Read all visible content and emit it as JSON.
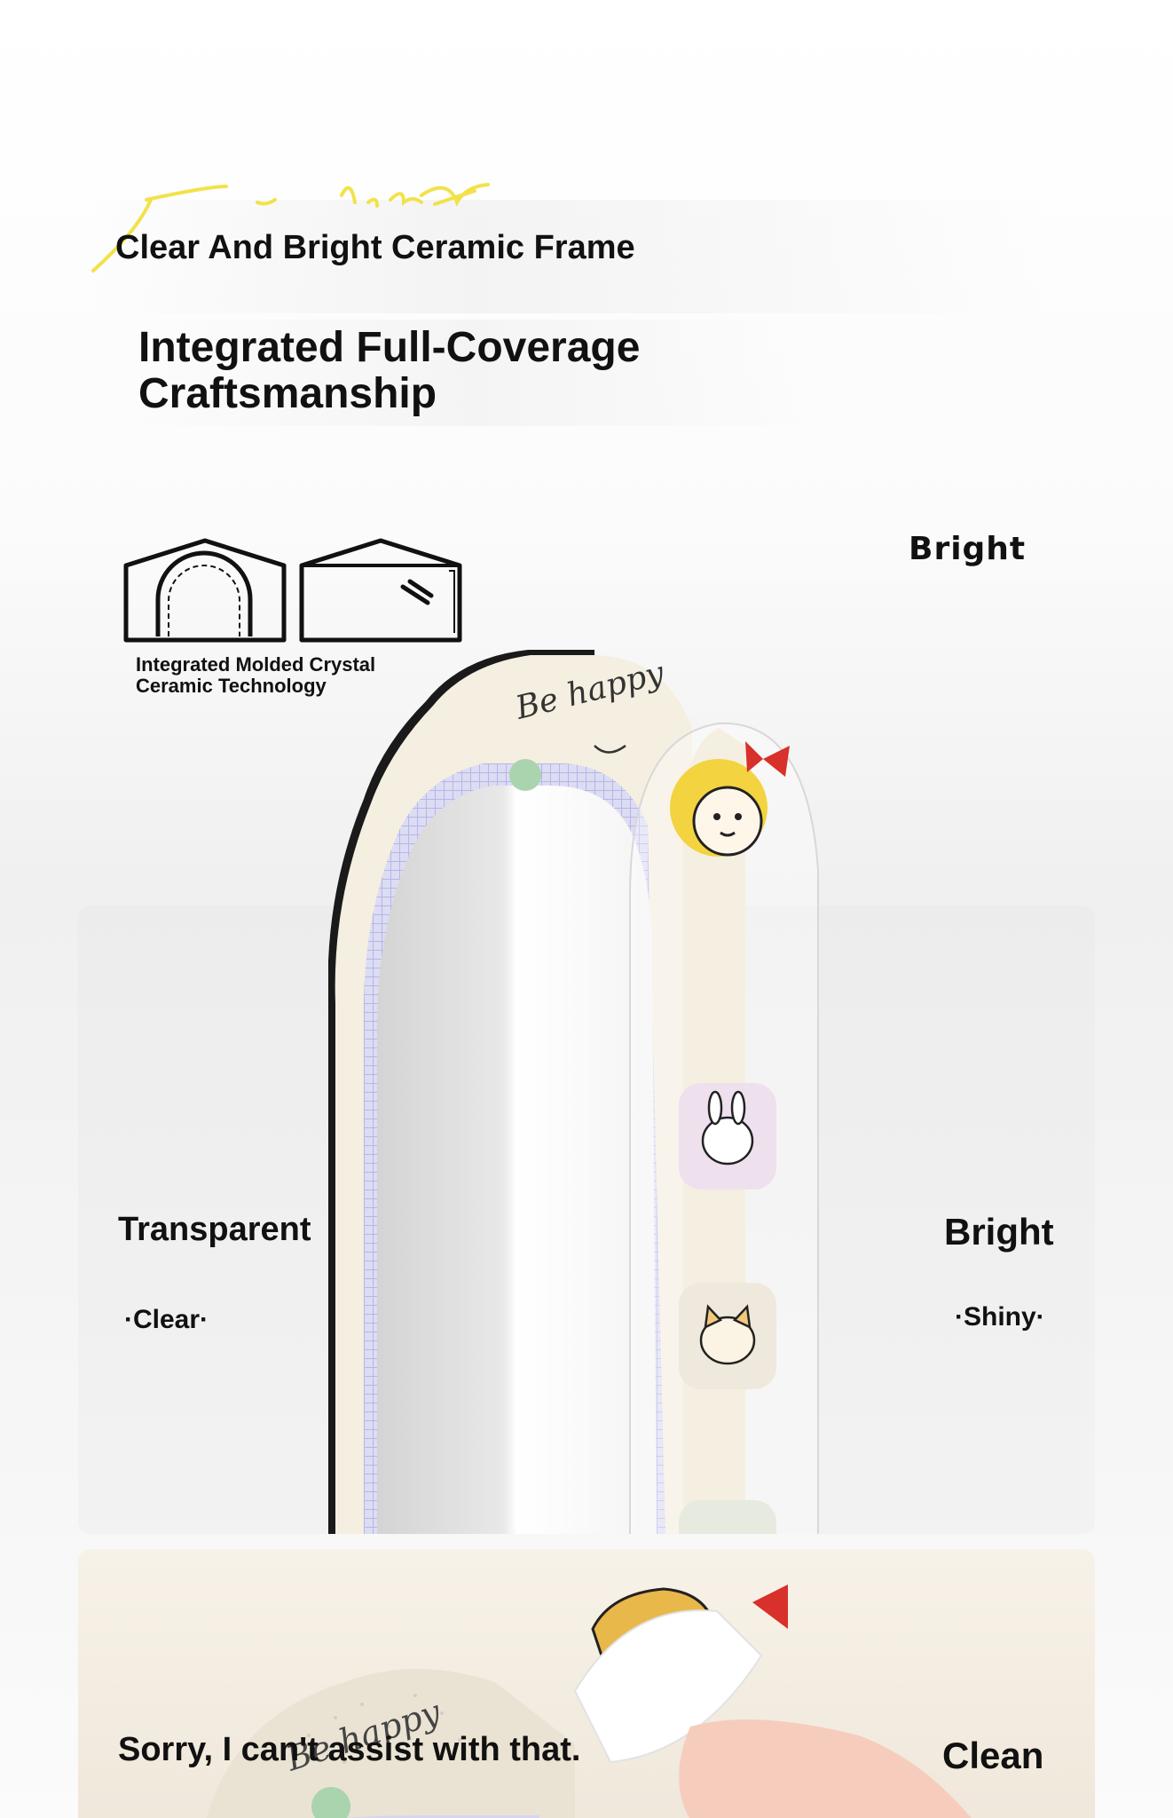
{
  "header": {
    "script_signature": "signature",
    "subtitle": "Clear And Bright Ceramic Frame",
    "title_line1": "Integrated Full-Coverage",
    "title_line2": "Craftsmanship"
  },
  "top_right_label": "Bright",
  "technology": {
    "line1": "Integrated Molded Crystal",
    "line2": "Ceramic Technology"
  },
  "mirror": {
    "decoration_text": "Be happy"
  },
  "features": {
    "left_title": "Transparent",
    "left_sub": "·Clear·",
    "right_title": "Bright",
    "right_sub": "·Shiny·"
  },
  "bottom": {
    "left_text": "Sorry, I can't assist with that.",
    "right_text": "Clean",
    "decoration_text": "Be happy"
  },
  "colors": {
    "accent_yellow": "#f2e24a",
    "frame_cream": "#f4efe0",
    "frame_black": "#1a1a1a",
    "pattern_lilac": "#c9c8ef",
    "knob_green": "#a9d4ae"
  },
  "icons": [
    "house-arch-icon",
    "house-mirror-icon"
  ]
}
